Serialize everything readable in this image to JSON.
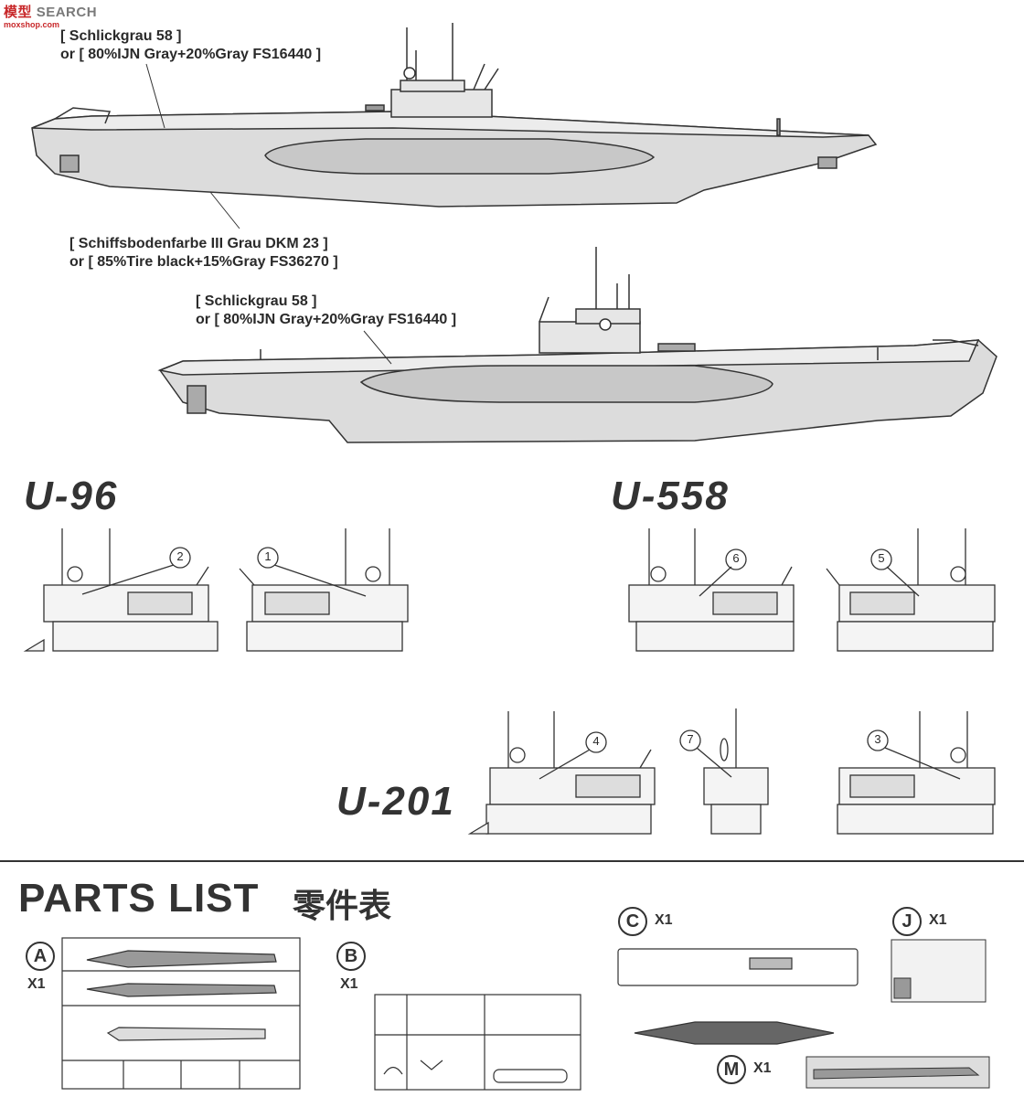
{
  "watermark": {
    "text_a": "模型",
    "text_b": "SEARCH",
    "url": "moxshop.com"
  },
  "paint_callouts": {
    "top_deck": {
      "line1": "[ Schlickgrau 58 ]",
      "line2": "or [ 80%IJN Gray+20%Gray FS16440 ]"
    },
    "hull_bottom": {
      "line1": "[ Schiffsbodenfarbe III Grau DKM 23 ]",
      "line2": "or [ 85%Tire black+15%Gray FS36270 ]"
    },
    "second_deck": {
      "line1": "[ Schlickgrau 58 ]",
      "line2": "or [ 80%IJN Gray+20%Gray FS16440 ]"
    }
  },
  "boats": [
    {
      "name": "U-96",
      "decals": [
        "2",
        "1"
      ]
    },
    {
      "name": "U-558",
      "decals": [
        "6",
        "5"
      ]
    },
    {
      "name": "U-201",
      "decals": [
        "4",
        "7",
        "3"
      ]
    }
  ],
  "parts_list": {
    "title": "PARTS LIST",
    "title_cn": "零件表",
    "sprues": [
      {
        "letter": "A",
        "qty": "X1"
      },
      {
        "letter": "B",
        "qty": "X1"
      },
      {
        "letter": "C",
        "qty": "X1"
      },
      {
        "letter": "J",
        "qty": "X1"
      },
      {
        "letter": "M",
        "qty": "X1"
      }
    ]
  },
  "colors": {
    "hull_gray": "#d8d8d8",
    "deck_gray": "#c4c4c4",
    "line": "#333333",
    "watermark_red": "#c8282a"
  }
}
